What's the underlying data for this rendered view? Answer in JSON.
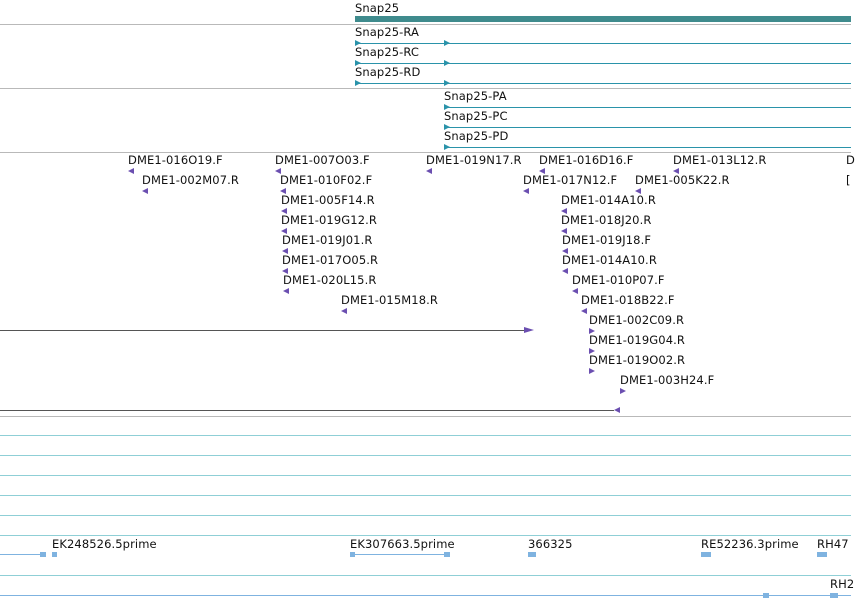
{
  "gene": {
    "name": "Snap25"
  },
  "transcripts_rna": [
    "Snap25-RA",
    "Snap25-RC",
    "Snap25-RD"
  ],
  "transcripts_protein": [
    "Snap25-PA",
    "Snap25-PC",
    "Snap25-PD"
  ],
  "clones": [
    "DME1-016O19.F",
    "DME1-002M07.R",
    "DME1-007O03.F",
    "DME1-010F02.F",
    "DME1-005F14.R",
    "DME1-019G12.R",
    "DME1-019J01.R",
    "DME1-017O05.R",
    "DME1-020L15.R",
    "DME1-015M18.R",
    "DME1-019N17.R",
    "DME1-016D16.F",
    "DME1-017N12.F",
    "DME1-013L12.R",
    "DME1-005K22.R",
    "DME1-014A10.R",
    "DME1-018J20.R",
    "DME1-019J18.F",
    "DME1-014A10.R",
    "DME1-010P07.F",
    "DME1-018B22.F",
    "DME1-002C09.R",
    "DME1-019G04.R",
    "DME1-019O02.R",
    "DME1-003H24.F"
  ],
  "ests": [
    "EK248526.5prime",
    "EK307663.5prime",
    "366325",
    "RE52236.3prime",
    "RH47",
    "RH2"
  ],
  "colors": {
    "gene": "#3f8b8d",
    "transcript": "#2a93aa",
    "clone_arrow": "#6b4fb0",
    "est": "#7fb3e0",
    "track_separator": "#b9b9b9"
  }
}
